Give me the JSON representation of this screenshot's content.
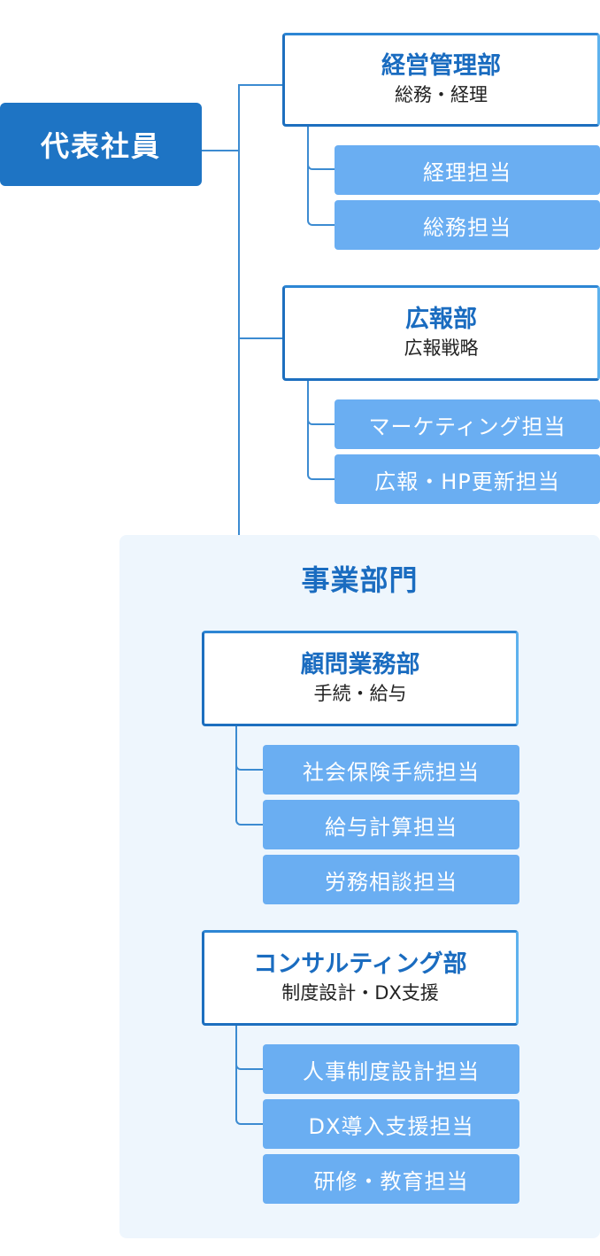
{
  "representative": "代表社員",
  "departments": [
    {
      "name": "経営管理部",
      "desc": "総務・経理",
      "tasks": [
        "経理担当",
        "総務担当"
      ]
    },
    {
      "name": "広報部",
      "desc": "広報戦略",
      "tasks": [
        "マーケティング担当",
        "広報・HP更新担当"
      ]
    }
  ],
  "business": {
    "title": "事業部門",
    "departments": [
      {
        "name": "顧問業務部",
        "desc": "手続・給与",
        "tasks": [
          "社会保険手続担当",
          "給与計算担当",
          "労務相談担当"
        ]
      },
      {
        "name": "コンサルティング部",
        "desc": "制度設計・DX支援",
        "tasks": [
          "人事制度設計担当",
          "DX導入支援担当",
          "研修・教育担当"
        ]
      }
    ]
  },
  "colors": {
    "primary": "#1e74c4",
    "task": "#6aaef2",
    "line": "#3c8bd1",
    "panel": "#eef6fd"
  }
}
